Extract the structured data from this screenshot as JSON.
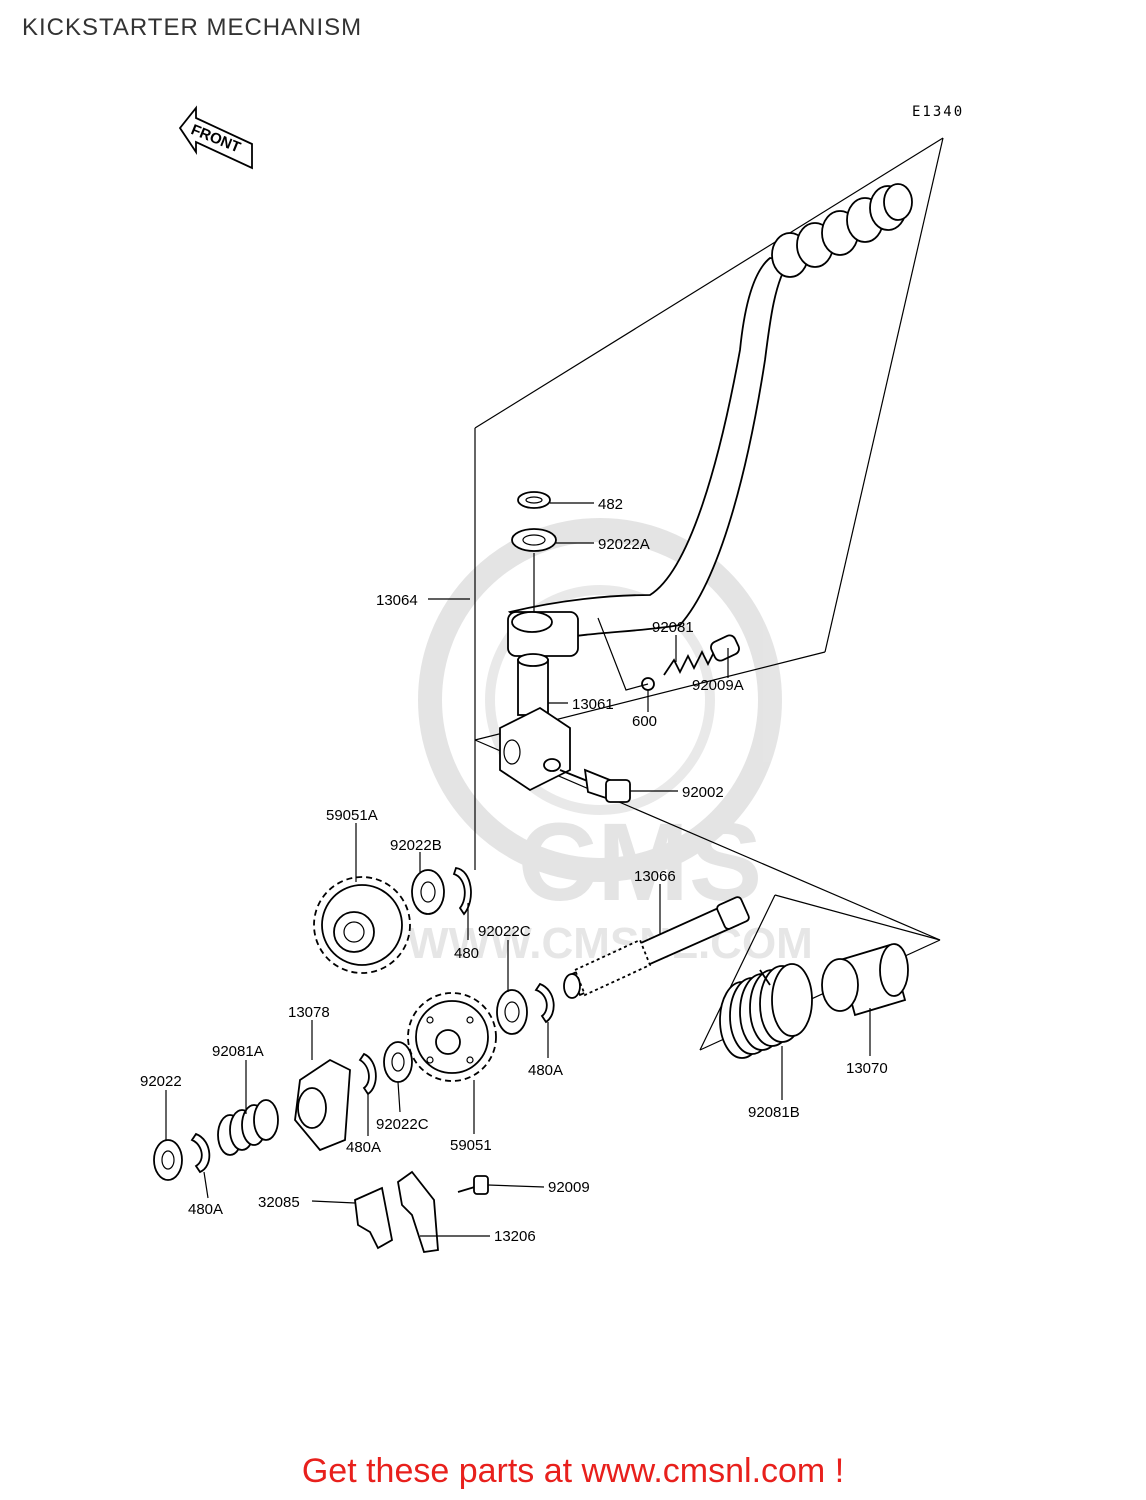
{
  "page_title": "KICKSTARTER MECHANISM",
  "drawing_code": "E1340",
  "front_arrow_label": "FRONT",
  "watermark": {
    "brand": "CMS",
    "url": "WWW.CMSNL.COM",
    "color": "#cfcfcf"
  },
  "callout": {
    "text": "Get these parts at www.cmsnl.com !",
    "color": "#e8201c"
  },
  "parts": [
    {
      "id": "p482",
      "label": "482"
    },
    {
      "id": "p92022A",
      "label": "92022A"
    },
    {
      "id": "p13064",
      "label": "13064"
    },
    {
      "id": "p92081",
      "label": "92081"
    },
    {
      "id": "p92009A",
      "label": "92009A"
    },
    {
      "id": "p13061",
      "label": "13061"
    },
    {
      "id": "p600",
      "label": "600"
    },
    {
      "id": "p92002",
      "label": "92002"
    },
    {
      "id": "p59051A",
      "label": "59051A"
    },
    {
      "id": "p92022B",
      "label": "92022B"
    },
    {
      "id": "p480",
      "label": "480"
    },
    {
      "id": "p13066",
      "label": "13066"
    },
    {
      "id": "p92022C_a",
      "label": "92022C"
    },
    {
      "id": "p480A_a",
      "label": "480A"
    },
    {
      "id": "p13070",
      "label": "13070"
    },
    {
      "id": "p92081B",
      "label": "92081B"
    },
    {
      "id": "p13078",
      "label": "13078"
    },
    {
      "id": "p92081A",
      "label": "92081A"
    },
    {
      "id": "p92022",
      "label": "92022"
    },
    {
      "id": "p480A_b",
      "label": "480A"
    },
    {
      "id": "p92022C_b",
      "label": "92022C"
    },
    {
      "id": "p59051",
      "label": "59051"
    },
    {
      "id": "p480A_c",
      "label": "480A"
    },
    {
      "id": "p92009",
      "label": "92009"
    },
    {
      "id": "p32085",
      "label": "32085"
    },
    {
      "id": "p13206",
      "label": "13206"
    }
  ]
}
